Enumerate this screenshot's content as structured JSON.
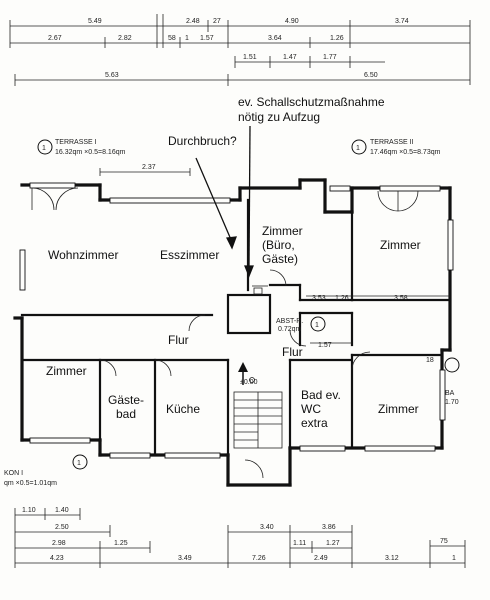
{
  "rooms": {
    "wohnzimmer": "Wohnzimmer",
    "esszimmer": "Esszimmer",
    "zimmer_buero": "Zimmer (Büro, Gäste)",
    "zimmer_ne": "Zimmer",
    "flur_main": "Flur",
    "flur_small": "Flur",
    "zimmer_w": "Zimmer",
    "gaestebad": "Gäste-bad",
    "kueche": "Küche",
    "bad": "Bad ev. WC extra",
    "zimmer_se": "Zimmer"
  },
  "annotations": {
    "durchbruch": "Durchbruch?",
    "schallschutz_line1": "ev. Schallschutzmaßnahme",
    "schallschutz_line2": "nötig zu Aufzug"
  },
  "terraces": {
    "t1_label": "TERRASSE I",
    "t1_area": "16.32qm ×0.5=8.16qm",
    "t1_marker": "1",
    "t2_label": "TERRASSE II",
    "t2_area": "17.46qm ×0.5=8.73qm",
    "t2_marker": "1"
  },
  "balcony": {
    "label": "KON I",
    "area": "qm ×0.5=1.01qm",
    "marker": "1",
    "right_label": "BA",
    "right_area": "1.70"
  },
  "plan_marks": {
    "abst_label": "ABST-R.",
    "abst_area": "0.72qm",
    "abst_marker": "1",
    "level": "±0.00",
    "dim_353": "3.53",
    "dim_126c": "1.26",
    "dim_358": "3.58",
    "dim_157": "1.57",
    "dim_237": "2.37",
    "dim_18": "18"
  },
  "dims_top": {
    "r1": [
      "5.49",
      "2.48",
      "27",
      "4.90",
      "3.74"
    ],
    "r2": [
      "2.67",
      "2.82",
      "58",
      "1",
      "1.57",
      "3.64",
      "1.26"
    ],
    "r3": [
      "1.51",
      "1.47",
      "1.77"
    ],
    "r4": [
      "5.63",
      "6.50"
    ]
  },
  "dims_bottom": {
    "r1": [
      "1.10",
      "1.40"
    ],
    "r2": [
      "2.50",
      "3.40",
      "3.86"
    ],
    "r3": [
      "2.98",
      "1.25",
      "1.11",
      "1.27"
    ],
    "r4": [
      "4.23",
      "3.49",
      "7.26",
      "2.49",
      "3.12"
    ],
    "r5": [
      "75",
      "1"
    ]
  }
}
